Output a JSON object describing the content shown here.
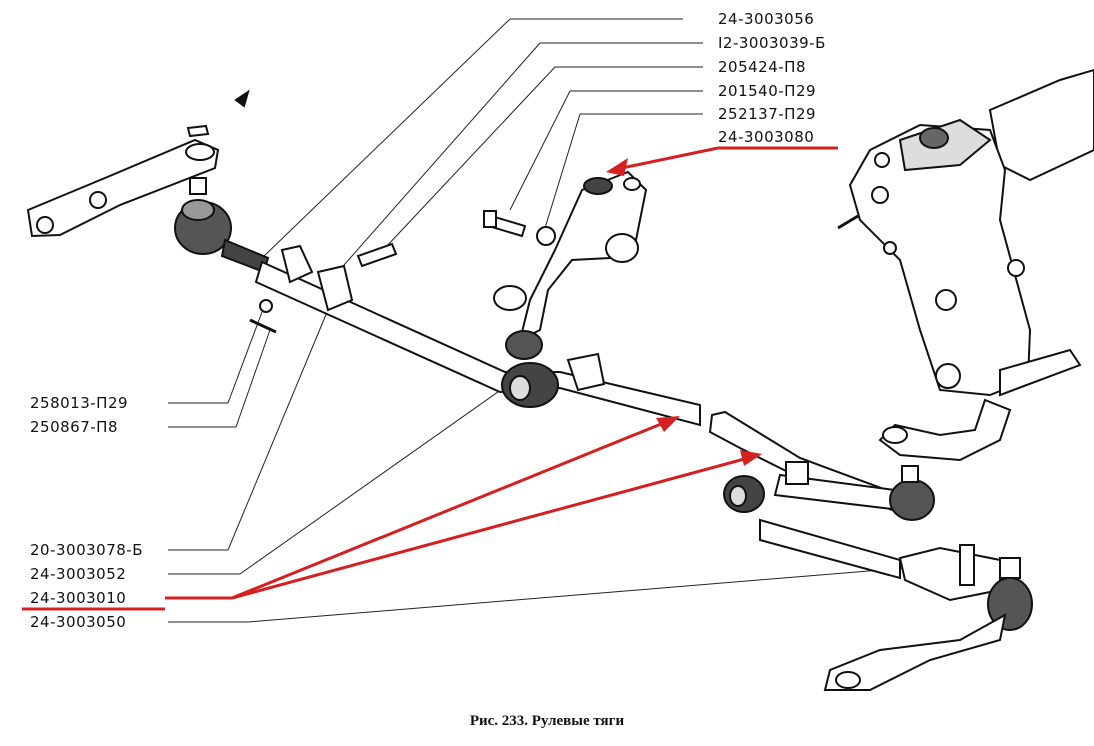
{
  "caption": "Рис. 233. Рулевые тяги",
  "accent_color": "#d42020",
  "labels": {
    "p1": "24-3003056",
    "p2": "I2-3003039-Б",
    "p3": "205424-П8",
    "p4": "201540-П29",
    "p5": "252137-П29",
    "p6": "24-3003080",
    "p7": "258013-П29",
    "p8": "250867-П8",
    "p9": "20-3003078-Б",
    "p10": "24-3003052",
    "p11": "24-3003010",
    "p12": "24-3003050"
  },
  "highlighted_parts": [
    "24-3003080",
    "24-3003010"
  ]
}
